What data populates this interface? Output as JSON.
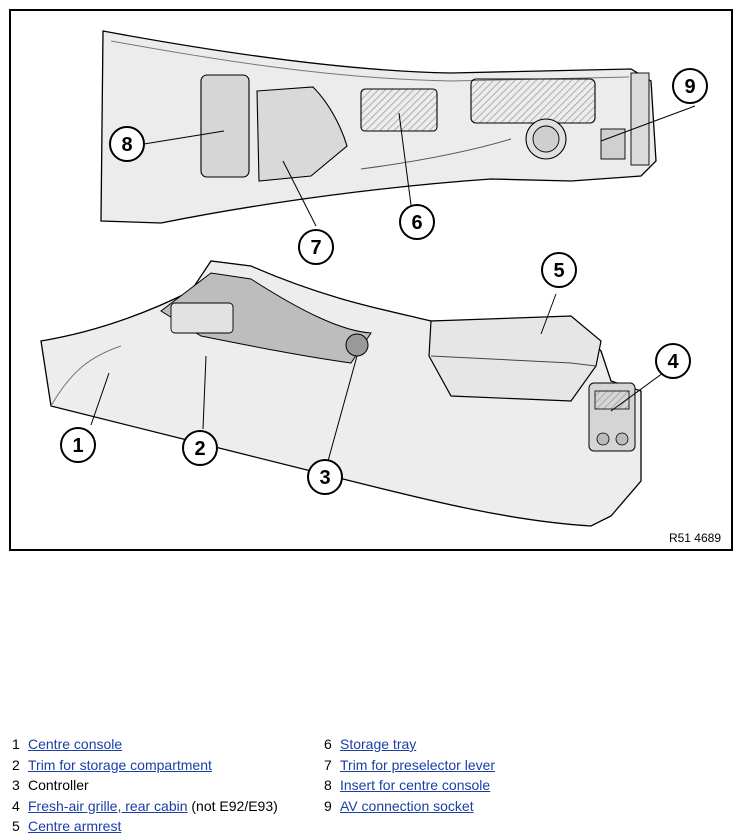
{
  "figure": {
    "reference": "R51 4689",
    "callouts": [
      "1",
      "2",
      "3",
      "4",
      "5",
      "6",
      "7",
      "8",
      "9"
    ]
  },
  "legend": {
    "left": [
      {
        "num": "1",
        "text": "Centre console",
        "link": true,
        "note": ""
      },
      {
        "num": "2",
        "text": "Trim for storage compartment",
        "link": true,
        "note": ""
      },
      {
        "num": "3",
        "text": "Controller",
        "link": false,
        "note": ""
      },
      {
        "num": "4",
        "text": "Fresh-air grille, rear cabin",
        "link": true,
        "note": " (not E92/E93)"
      },
      {
        "num": "5",
        "text": "Centre armrest",
        "link": true,
        "note": ""
      }
    ],
    "right": [
      {
        "num": "6",
        "text": "Storage tray",
        "link": true,
        "note": ""
      },
      {
        "num": "7",
        "text": "Trim for preselector lever",
        "link": true,
        "note": ""
      },
      {
        "num": "8",
        "text": "Insert for centre console",
        "link": true,
        "note": ""
      },
      {
        "num": "9",
        "text": "AV connection socket",
        "link": true,
        "note": ""
      }
    ]
  },
  "colors": {
    "line": "#000000",
    "panel": "#e6e6e6",
    "panel_dark": "#c8c8c8",
    "link": "#1a3fa8"
  }
}
